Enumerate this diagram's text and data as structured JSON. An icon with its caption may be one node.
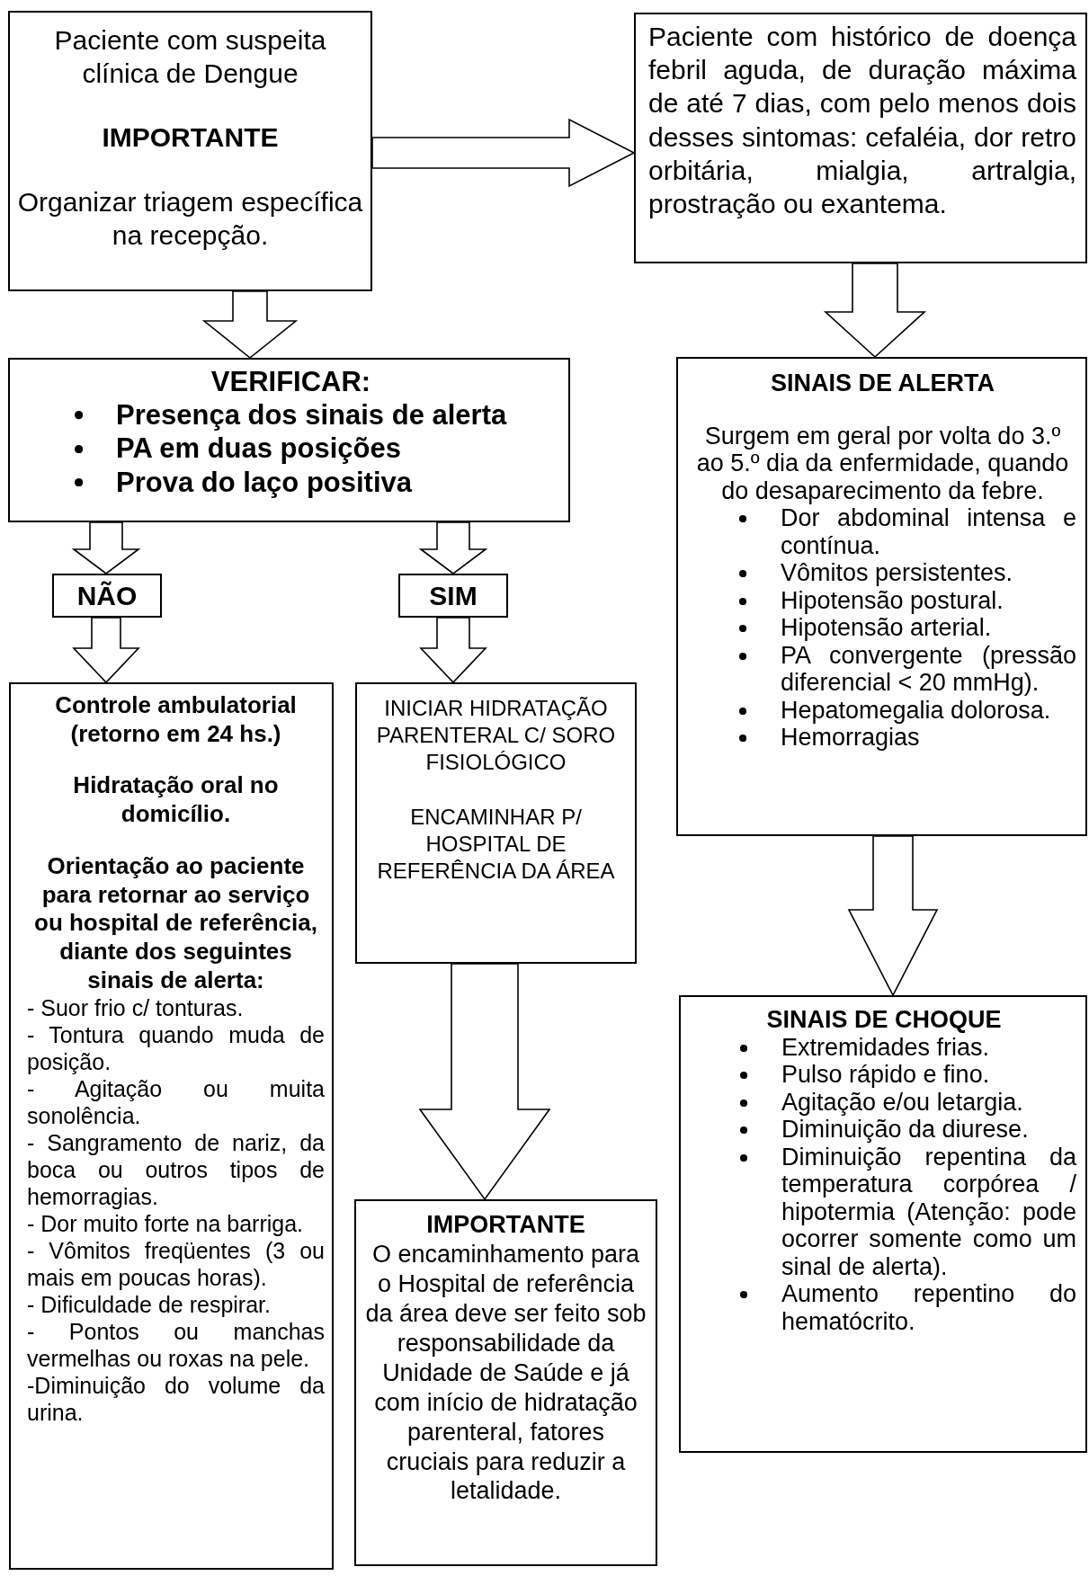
{
  "diagram": {
    "nodes": [
      {
        "text": [
          "Paciente com suspeita clínica de Dengue",
          "IMPORTANTE",
          "Organizar triagem específica na recepção."
        ]
      },
      {
        "text": [
          "Paciente com histórico de doença febril aguda, de duração máxima de até 7 dias, com pelo menos dois desses sintomas: cefaléia, dor retro orbitária, mialgia, artralgia, prostração ou exantema."
        ]
      },
      {
        "text": [
          "VERIFICAR:",
          "Presença dos sinais de alerta",
          "PA em duas posições",
          "Prova do laço positiva"
        ]
      },
      {
        "text": [
          "SINAIS DE ALERTA",
          "Surgem em geral por volta do 3.º ao 5.º dia da enfermidade, quando do desaparecimento da febre.",
          "Dor abdominal intensa e contínua.",
          "Vômitos persistentes.",
          "Hipotensão postural.",
          "Hipotensão arterial.",
          "PA convergente (pressão diferencial < 20 mmHg).",
          "Hepatomegalia dolorosa.",
          "Hemorragias"
        ]
      },
      {
        "text": [
          "NÃO"
        ]
      },
      {
        "text": [
          "SIM"
        ]
      },
      {
        "text": [
          "Controle ambulatorial (retorno em 24 hs.)",
          "Hidratação oral no domicílio.",
          "Orientação ao paciente para retornar ao serviço ou hospital de referência, diante dos seguintes sinais de alerta:",
          "- Suor frio c/ tonturas.",
          "- Tontura quando muda de posição.",
          "- Agitação ou muita sonolência.",
          "- Sangramento de nariz, da boca ou outros tipos de hemorragias.",
          "- Dor muito forte na barriga.",
          "- Vômitos freqüentes (3 ou mais em poucas horas).",
          "- Dificuldade de respirar.",
          "- Pontos ou manchas vermelhas ou roxas na pele.",
          "-Diminuição do volume da urina."
        ]
      },
      {
        "text": [
          "INICIAR HIDRATAÇÃO PARENTERAL C/ SORO FISIOLÓGICO",
          "ENCAMINHAR P/ HOSPITAL DE REFERÊNCIA DA ÁREA"
        ]
      },
      {
        "text": [
          "IMPORTANTE",
          "O encaminhamento para o Hospital de referência da área deve ser feito sob responsabilidade da Unidade de Saúde e já com início de hidratação parenteral, fatores cruciais para reduzir a letalidade."
        ]
      },
      {
        "text": [
          "SINAIS DE CHOQUE",
          "Extremidades frias.",
          "Pulso rápido e fino.",
          "Agitação e/ou letargia.",
          "Diminuição da diurese.",
          "Diminuição repentina da temperatura corpórea / hipotermia (Atenção: pode ocorrer somente como um sinal de alerta).",
          "Aumento repentino do hematócrito."
        ]
      }
    ],
    "edges": [
      {
        "from": 0,
        "to": 1,
        "arrow": "to"
      },
      {
        "from": 0,
        "to": 2,
        "arrow": "to"
      },
      {
        "from": 1,
        "to": 3,
        "arrow": "to"
      },
      {
        "from": 2,
        "to": 4,
        "arrow": "to"
      },
      {
        "from": 4,
        "to": 6,
        "arrow": "to"
      },
      {
        "from": 2,
        "to": 5,
        "arrow": "to"
      },
      {
        "from": 5,
        "to": 7,
        "arrow": "to"
      },
      {
        "from": 7,
        "to": 8,
        "arrow": "to"
      },
      {
        "from": 3,
        "to": 9,
        "arrow": "to"
      }
    ]
  }
}
